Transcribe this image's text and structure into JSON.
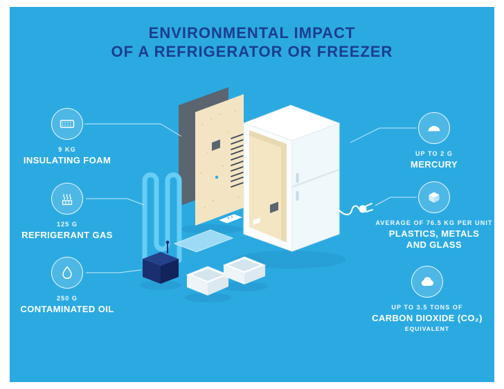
{
  "page": {
    "background_color": "#2BAAE2",
    "title": {
      "line1": "ENVIRONMENTAL IMPACT",
      "line2": "OF A REFRIGERATOR OR FREEZER",
      "color": "#1B3D8F"
    }
  },
  "left_items": [
    {
      "amount": "9 KG",
      "label": "INSULATING FOAM",
      "icon": "insulating-foam-icon"
    },
    {
      "amount": "125 G",
      "label": "REFRIGERANT GAS",
      "icon": "refrigerant-gas-icon"
    },
    {
      "amount": "250 G",
      "label": "CONTAMINATED OIL",
      "icon": "oil-drop-icon"
    }
  ],
  "right_items": [
    {
      "amount": "UP TO 2 G",
      "label": "MERCURY",
      "icon": "mercury-dome-icon"
    },
    {
      "amount": "AVERAGE OF 76.5 KG PER UNIT",
      "label": "PLASTICS, METALS AND GLASS",
      "icon": "materials-box-icon"
    },
    {
      "amount": "UP TO 3.5 TONS OF",
      "label": "CARBON DIOXIDE (CO₂)",
      "sublabel": "EQUIVALENT",
      "icon": "co2-cloud-icon"
    }
  ],
  "illustration": {
    "description": "Exploded isometric refrigerator: insulation panels, condenser coil, refrigerant tubing, compressor, drawers, shelf, fridge body with power plug"
  }
}
